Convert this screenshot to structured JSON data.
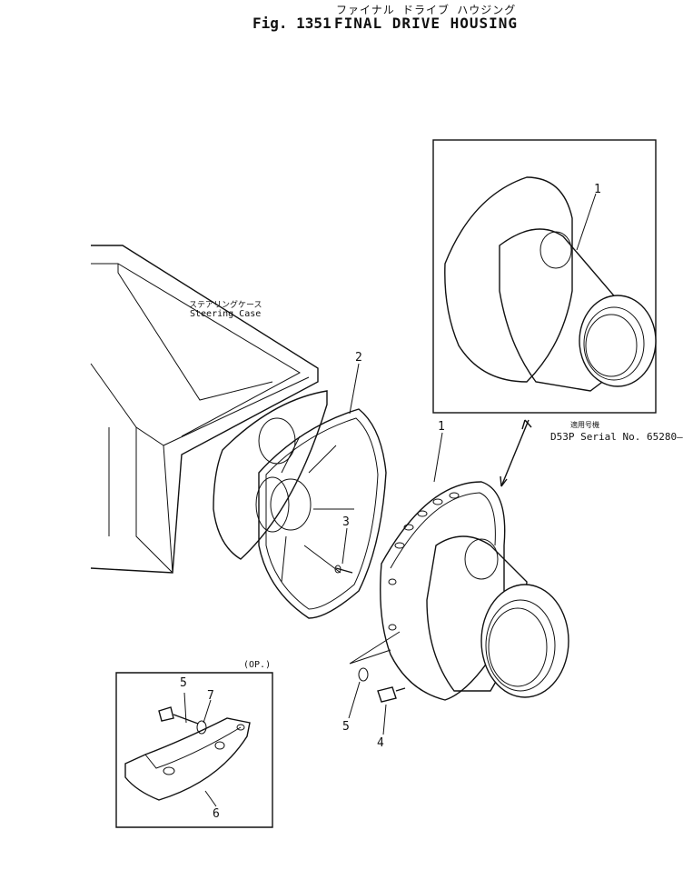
{
  "header": {
    "jp_title": "ファイナル ドライブ ハウジング",
    "fig_label": "Fig. 1351",
    "title": "FINAL DRIVE HOUSING"
  },
  "labels": {
    "steering_case_jp": "ステアリングケース",
    "steering_case_en": "Steering Case",
    "applicability_jp": "適用号機",
    "applicability_en": "D53P Serial No. 65280—",
    "optional": "(OP.)"
  },
  "callouts": {
    "inset_part_1": "1",
    "part_1": "1",
    "part_2": "2",
    "part_3": "3",
    "part_4": "4",
    "part_5": "5",
    "inset_part_5": "5",
    "inset_part_6": "6",
    "inset_part_7": "7"
  }
}
